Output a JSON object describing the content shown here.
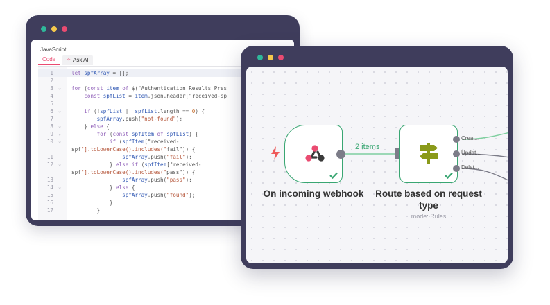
{
  "colors": {
    "window_frame": "#3f3d5c",
    "dot_green": "#2fb89a",
    "dot_yellow": "#f5c84c",
    "dot_red": "#ea4b71",
    "node_border": "#39a672",
    "accent": "#ea4b71"
  },
  "code_window": {
    "language": "JavaScript",
    "tabs": [
      {
        "label": "Code",
        "active": true
      },
      {
        "label": "Ask AI",
        "icon": "sparkle-icon",
        "active": false
      }
    ],
    "lines": [
      {
        "n": "1",
        "fold": "",
        "text": "let spfArray = [];",
        "highlight": true
      },
      {
        "n": "2",
        "fold": "",
        "text": ""
      },
      {
        "n": "3",
        "fold": "⌄",
        "text": "for (const item of $(\"Authentication Results Pres"
      },
      {
        "n": "4",
        "fold": "",
        "text": "    const spfList = item.json.header[\"received-sp"
      },
      {
        "n": "5",
        "fold": "",
        "text": ""
      },
      {
        "n": "6",
        "fold": "⌄",
        "text": "    if (!spfList || spfList.length == 0) {"
      },
      {
        "n": "7",
        "fold": "",
        "text": "        spfArray.push(\"not-found\");"
      },
      {
        "n": "8",
        "fold": "⌄",
        "text": "    } else {"
      },
      {
        "n": "9",
        "fold": "⌄",
        "text": "        for (const spfItem of spfList) {"
      },
      {
        "n": "10",
        "fold": "⌄",
        "text": "            if (spfItem[\"received-"
      },
      {
        "n": "",
        "fold": "",
        "text": "spf\"].toLowerCase().includes(\"fail\")) {"
      },
      {
        "n": "11",
        "fold": "",
        "text": "                spfArray.push(\"fail\");"
      },
      {
        "n": "12",
        "fold": "⌄",
        "text": "            } else if (spfItem[\"received-"
      },
      {
        "n": "",
        "fold": "",
        "text": "spf\"].toLowerCase().includes(\"pass\")) {"
      },
      {
        "n": "13",
        "fold": "",
        "text": "                spfArray.push(\"pass\");"
      },
      {
        "n": "14",
        "fold": "⌄",
        "text": "            } else {"
      },
      {
        "n": "15",
        "fold": "",
        "text": "                spfArray.push(\"found\");"
      },
      {
        "n": "16",
        "fold": "",
        "text": "            }"
      },
      {
        "n": "17",
        "fold": "",
        "text": "        }"
      }
    ]
  },
  "workflow": {
    "nodes": {
      "webhook": {
        "label": "On incoming webhook",
        "icon": "webhook-icon"
      },
      "router": {
        "label_line1": "Route based on request",
        "label_line2": "type",
        "subtitle": "mode: Rules",
        "icon": "signpost-icon"
      }
    },
    "edge_label": "2 items",
    "router_outputs": [
      "Creat...",
      "Updat...",
      "Delet..."
    ]
  }
}
